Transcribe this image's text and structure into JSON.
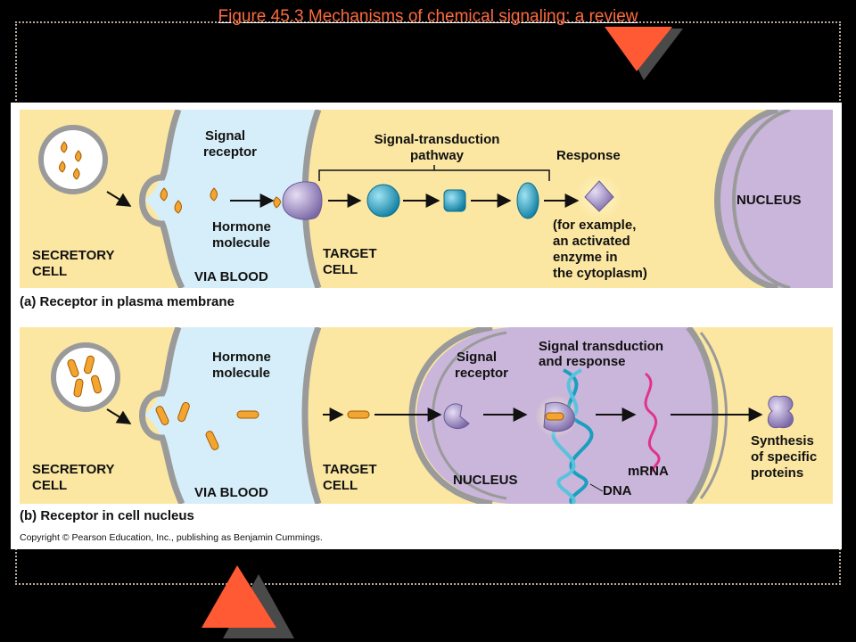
{
  "slide": {
    "title": "Figure 45.3  Mechanisms of chemical signaling: a review"
  },
  "panel_a": {
    "caption": "(a) Receptor in plasma membrane",
    "secretory_cell": [
      "SECRETORY",
      "CELL"
    ],
    "signal_receptor": [
      "Signal",
      "receptor"
    ],
    "hormone_molecule": [
      "Hormone",
      "molecule"
    ],
    "via_blood": "VIA BLOOD",
    "pathway": [
      "Signal-transduction",
      "pathway"
    ],
    "target_cell": [
      "TARGET",
      "CELL"
    ],
    "response": "Response",
    "response_example": [
      "(for example,",
      "an activated",
      "enzyme in",
      "the cytoplasm)"
    ],
    "nucleus": "NUCLEUS"
  },
  "panel_b": {
    "caption": "(b) Receptor in cell nucleus",
    "secretory_cell": [
      "SECRETORY",
      "CELL"
    ],
    "hormone_molecule": [
      "Hormone",
      "molecule"
    ],
    "via_blood": "VIA BLOOD",
    "target_cell": [
      "TARGET",
      "CELL"
    ],
    "signal_receptor": [
      "Signal",
      "receptor"
    ],
    "transduction_response": [
      "Signal transduction",
      "and response"
    ],
    "nucleus": "NUCLEUS",
    "mrna": "mRNA",
    "dna": "DNA",
    "synthesis": [
      "Synthesis",
      "of specific",
      "proteins"
    ]
  },
  "copyright": "Copyright © Pearson Education, Inc., publishing as Benjamin Cummings.",
  "colors": {
    "cytoplasm": "#fbe7a2",
    "blood": "#d6eef9",
    "membrane": "#9a9a9a",
    "nucleus": "#c9b6da",
    "hormone": "#f3a531",
    "protein_blue": "#1a9fbf",
    "protein_purple": "#9d8cc4",
    "accent_orange": "#ff5a33",
    "accent_gray": "#4a4a4a"
  }
}
